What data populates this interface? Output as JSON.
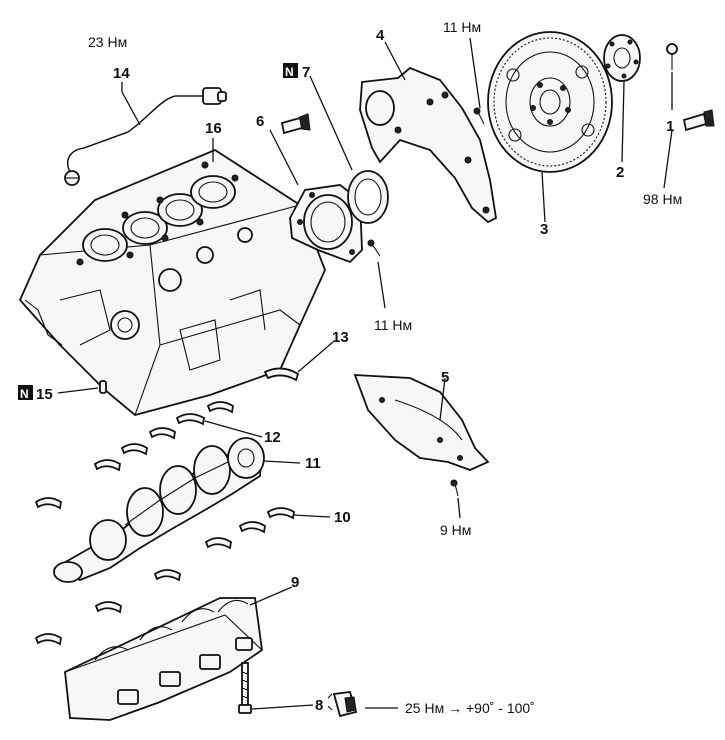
{
  "callouts": [
    {
      "num": "1",
      "torque": "98 Нм"
    },
    {
      "num": "2"
    },
    {
      "num": "3"
    },
    {
      "num": "4",
      "torque": "11 Нм"
    },
    {
      "num": "5",
      "torque": "9 Нм"
    },
    {
      "num": "6",
      "torque": "11 Нм"
    },
    {
      "num": "7",
      "badge": "N"
    },
    {
      "num": "8",
      "torque": "25 Нм → +90˚ - 100˚"
    },
    {
      "num": "9"
    },
    {
      "num": "10"
    },
    {
      "num": "11"
    },
    {
      "num": "12"
    },
    {
      "num": "13"
    },
    {
      "num": "14",
      "torque": "23 Нм"
    },
    {
      "num": "15",
      "badge": "N"
    },
    {
      "num": "16"
    }
  ]
}
